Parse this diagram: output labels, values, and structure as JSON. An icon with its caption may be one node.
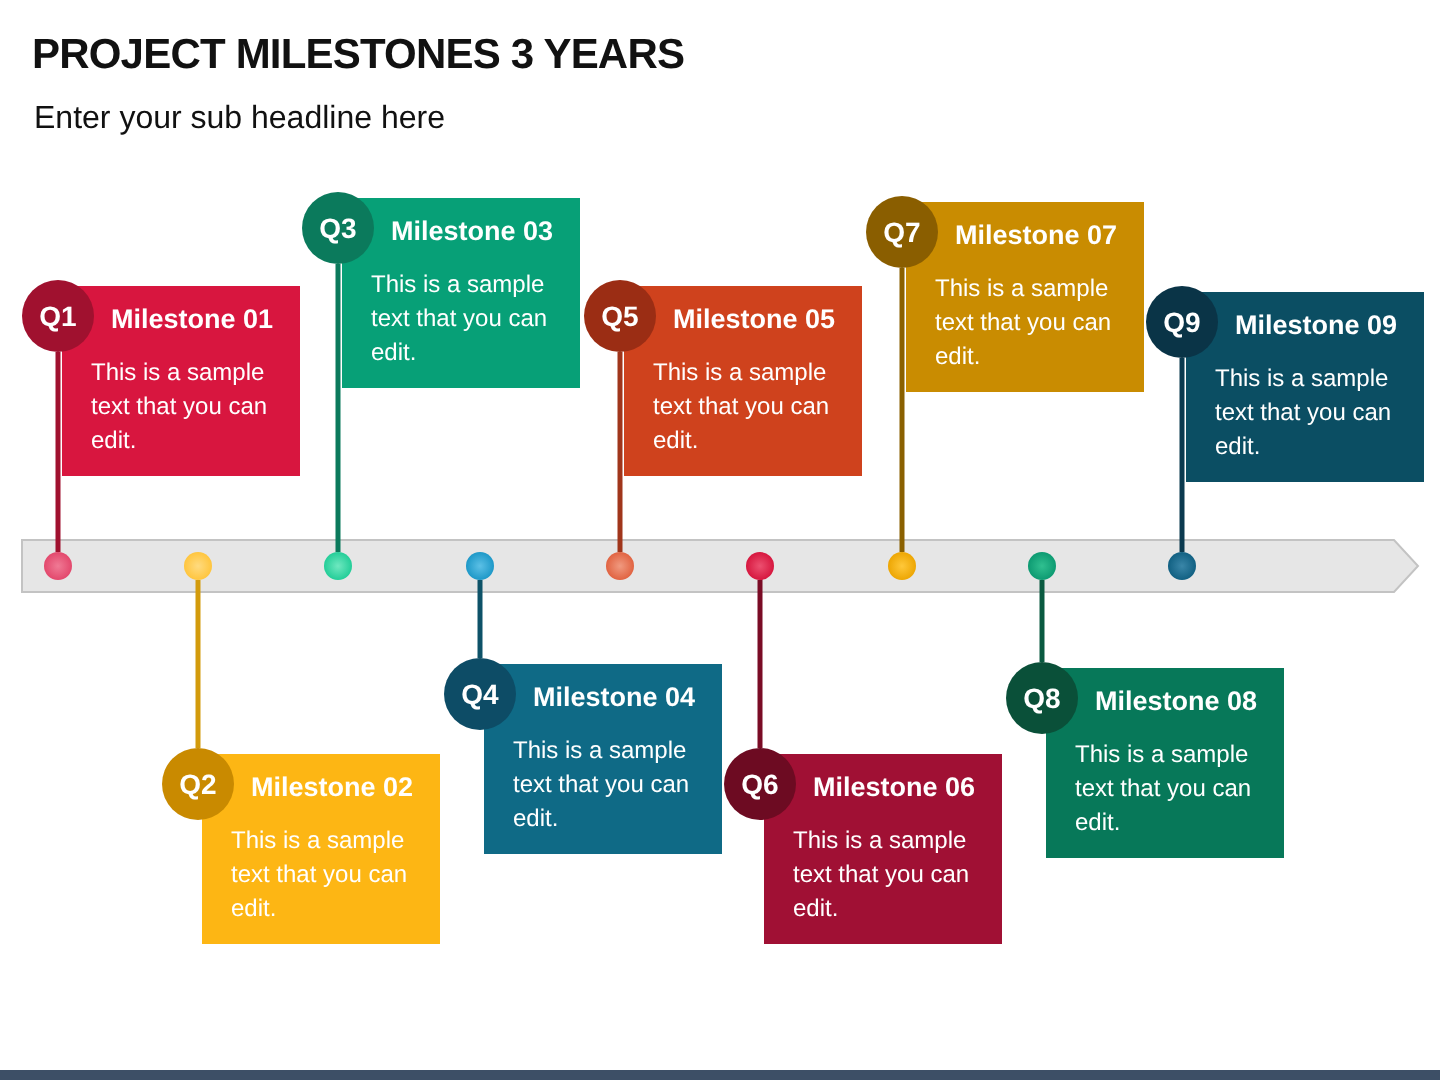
{
  "diagram": {
    "title": "PROJECT MILESTONES 3 YEARS",
    "nodes": [
      {
        "text": [
          "Q1"
        ]
      },
      {
        "text": [
          "Milestone 01",
          "This is a sample text that you can edit."
        ]
      },
      {
        "text": [
          "Q2"
        ]
      },
      {
        "text": [
          "Milestone 02",
          "This is a sample text that you can edit."
        ]
      },
      {
        "text": [
          "Q3"
        ]
      },
      {
        "text": [
          "Milestone 03",
          "This is a sample text that you can edit."
        ]
      },
      {
        "text": [
          "Q4"
        ]
      },
      {
        "text": [
          "Milestone 04",
          "This is a sample text that you can edit."
        ]
      },
      {
        "text": [
          "Q5"
        ]
      },
      {
        "text": [
          "Milestone 05",
          "This is a sample text that you can edit."
        ]
      },
      {
        "text": [
          "Q6"
        ]
      },
      {
        "text": [
          "Milestone 06",
          "This is a sample text that you can edit."
        ]
      },
      {
        "text": [
          "Q7"
        ]
      },
      {
        "text": [
          "Milestone 07",
          "This is a sample text that you can edit."
        ]
      },
      {
        "text": [
          "Q8"
        ]
      },
      {
        "text": [
          "Milestone 08",
          "This is a sample text that you can edit."
        ]
      },
      {
        "text": [
          "Q9"
        ]
      },
      {
        "text": [
          "Milestone 09",
          "This is a sample text that you can edit."
        ]
      },
      {
        "text": [],
        "shape": "circle"
      },
      {
        "text": [],
        "shape": "circle"
      },
      {
        "text": [],
        "shape": "circle"
      },
      {
        "text": [],
        "shape": "circle"
      },
      {
        "text": [],
        "shape": "circle"
      },
      {
        "text": [],
        "shape": "circle"
      },
      {
        "text": [],
        "shape": "circle"
      },
      {
        "text": [],
        "shape": "circle"
      },
      {
        "text": [],
        "shape": "circle"
      }
    ],
    "edges": [
      {
        "from": 18,
        "to": 0,
        "arrow": "none",
        "color": "#a0112f"
      },
      {
        "from": 19,
        "to": 2,
        "arrow": "none",
        "color": "#d39b0c"
      },
      {
        "from": 20,
        "to": 4,
        "arrow": "none",
        "color": "#0b7a5c"
      },
      {
        "from": 21,
        "to": 6,
        "arrow": "none",
        "color": "#0d5268"
      },
      {
        "from": 22,
        "to": 8,
        "arrow": "none",
        "color": "#a0351b"
      },
      {
        "from": 23,
        "to": 10,
        "arrow": "none",
        "color": "#7a0b25"
      },
      {
        "from": 24,
        "to": 12,
        "arrow": "none",
        "color": "#8a6000"
      },
      {
        "from": 25,
        "to": 14,
        "arrow": "none",
        "color": "#0a5a40"
      },
      {
        "from": 26,
        "to": 16,
        "arrow": "none",
        "color": "#0b3a4f"
      }
    ],
    "labels": [
      "Enter your sub headline here"
    ]
  }
}
